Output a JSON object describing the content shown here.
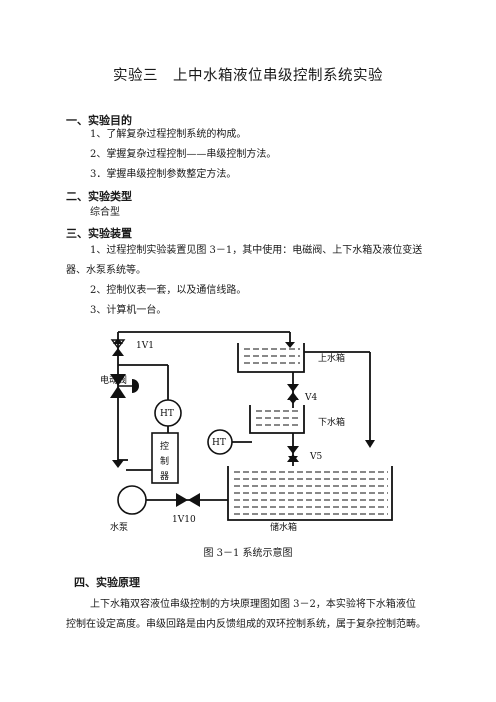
{
  "title": "实验三　上中水箱液位串级控制系统实验",
  "sections": [
    {
      "heading": "一、实验目的",
      "lines": [
        "1、了解复杂过程控制系统的构成。",
        "2、掌握复杂过程控制——串级控制方法。",
        "3．掌握串级控制参数整定方法。"
      ]
    },
    {
      "heading": "二、实验类型",
      "lines": [
        "综合型"
      ]
    },
    {
      "heading": "三、实验装置",
      "lines": [
        "1、过程控制实验装置见图 3－1，其中使用：电磁阀、上下水箱及液位变送",
        "器、水泵系统等。",
        "2、控制仪表一套，以及通信线路。",
        "3、计算机一台。"
      ]
    }
  ],
  "diagram": {
    "labels": {
      "valve_1v1": "1V1",
      "solenoid": "电动阀",
      "ht_upper": "HT",
      "ht_lower": "HT",
      "upper_tank": "上水箱",
      "lower_tank": "下水箱",
      "valve_v4": "V4",
      "valve_v5": "V5",
      "controller": [
        "控",
        "制",
        "器"
      ],
      "pump": "水泵",
      "valve_1v10": "1V10",
      "storage": "储水箱"
    }
  },
  "caption": "图 3－1  系统示意图",
  "section4": {
    "heading": "四、实验原理",
    "lines": [
      "上下水箱双容液位串级控制的方块原理图如图 3－2，本实验将下水箱液位",
      "控制在设定高度。串级回路是由内反馈组成的双环控制系统，属于复杂控制范畴。"
    ]
  }
}
